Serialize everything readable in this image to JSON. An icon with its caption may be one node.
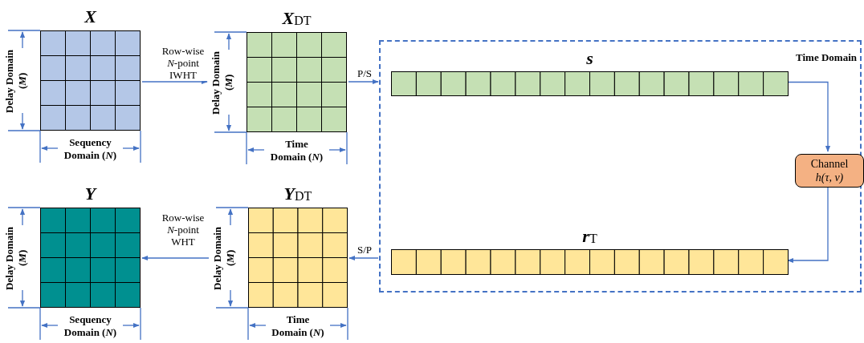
{
  "diagram": {
    "nodes": [
      {
        "text": [
          "X"
        ]
      },
      {
        "text": [
          "X$_{DT}$"
        ]
      },
      {
        "text": [
          "Time Domain"
        ]
      },
      {
        "text": [
          "s"
        ],
        "in": 2
      },
      {
        "text": [
          "Channel",
          "h(τ, ν)"
        ],
        "in": 2
      },
      {
        "text": [
          "r$_{T}$"
        ],
        "in": 2
      },
      {
        "text": [
          "Y"
        ]
      },
      {
        "text": [
          "Y$_{DT}$"
        ]
      }
    ],
    "edges": [
      {
        "from": 0,
        "to": 1,
        "arrow": "to",
        "label": "Row-wise *N*-point IWHT"
      },
      {
        "from": 1,
        "to": 2,
        "arrow": "to",
        "label": "P/S"
      },
      {
        "from": 3,
        "to": 4,
        "arrow": "to"
      },
      {
        "from": 4,
        "to": 5,
        "arrow": "to"
      },
      {
        "from": 2,
        "to": 7,
        "arrow": "to",
        "label": "S/P"
      },
      {
        "from": 7,
        "to": 6,
        "arrow": "to",
        "label": "Row-wise *N*-point WHT"
      }
    ],
    "labels": [
      "Delay Domain (*M*)",
      "Delay Domain (*M*)",
      "Sequency Domain (*N*)",
      "Time Domain (*N*)",
      "Delay Domain (*M*)",
      "Delay Domain (*M*)",
      "Sequency Domain (*N*)",
      "Time Domain (*N*)"
    ]
  }
}
